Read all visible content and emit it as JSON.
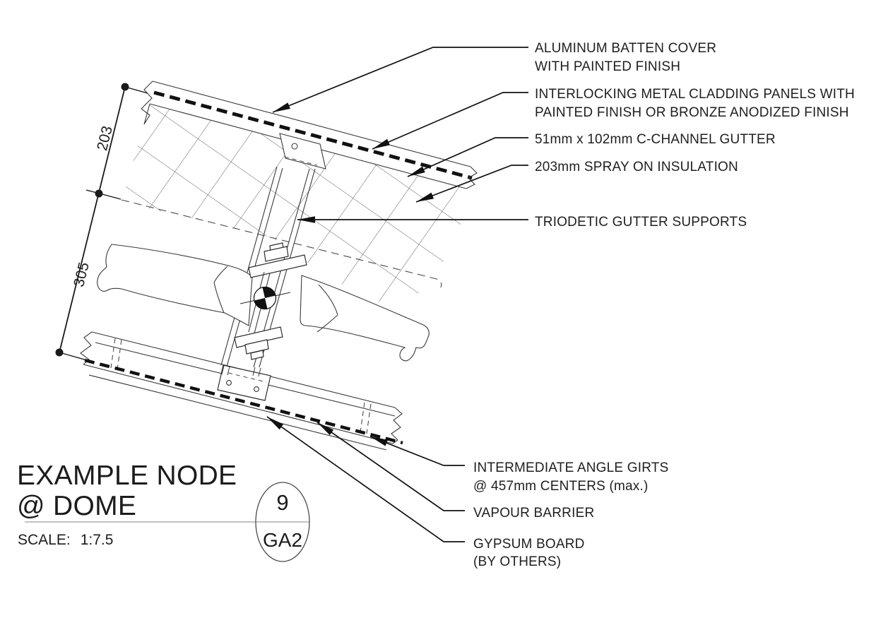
{
  "drawing": {
    "callouts": {
      "batten": {
        "line1": "ALUMINUM BATTEN COVER",
        "line2": "WITH PAINTED FINISH"
      },
      "cladding": {
        "line1": "INTERLOCKING METAL CLADDING PANELS WITH",
        "line2": "PAINTED FINISH OR BRONZE ANODIZED FINISH"
      },
      "gutter": {
        "line1": "51mm x 102mm C-CHANNEL GUTTER"
      },
      "insulation": {
        "line1": "203mm SPRAY ON INSULATION"
      },
      "supports": {
        "line1": "TRIODETIC GUTTER SUPPORTS"
      },
      "girts": {
        "line1": "INTERMEDIATE ANGLE GIRTS",
        "line2": "@ 457mm CENTERS (max.)"
      },
      "vapour": {
        "line1": "VAPOUR BARRIER"
      },
      "gypsum": {
        "line1": "GYPSUM BOARD",
        "line2": "(BY OTHERS)"
      }
    },
    "dimensions": {
      "insulation_depth": "203",
      "support_depth": "305"
    },
    "title_block": {
      "title_line1": "EXAMPLE NODE",
      "title_line2": "@ DOME",
      "scale_label": "SCALE:",
      "scale_value": "1:7.5",
      "detail_number": "9",
      "sheet_reference": "GA2"
    },
    "colors": {
      "ink": "#1a1a1a",
      "paper": "#ffffff",
      "rule_gray": "#b0b0b0"
    }
  }
}
